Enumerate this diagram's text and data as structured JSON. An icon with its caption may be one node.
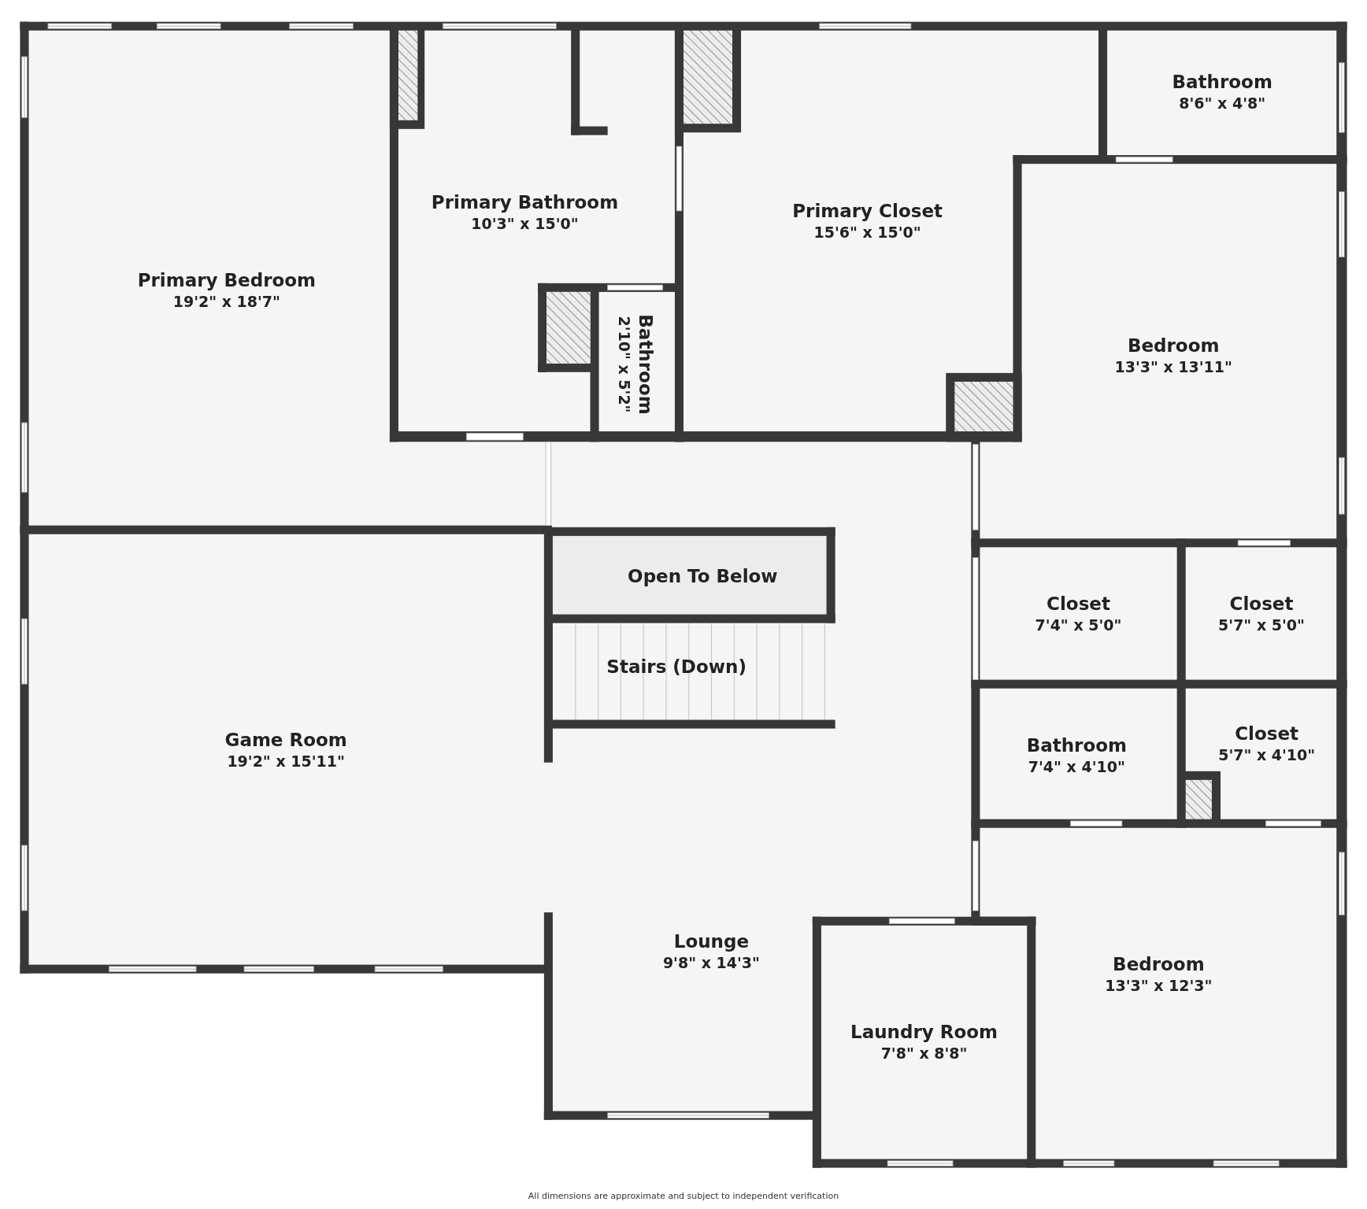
{
  "diagram": {
    "caption": "All dimensions are approximate and subject to independent verification",
    "nodes": [
      {
        "text": [
          "Primary Bedroom",
          "19'2\" x 18'7\""
        ]
      },
      {
        "text": [
          "Primary Bathroom",
          "10'3\" x 15'0\""
        ]
      },
      {
        "text": [
          "Bathroom",
          "2'10\" x 5'2\""
        ]
      },
      {
        "text": [
          "Primary Closet",
          "15'6\" x 15'0\""
        ]
      },
      {
        "text": [
          "Bathroom",
          "8'6\" x 4'8\""
        ]
      },
      {
        "text": [
          "Bedroom",
          "13'3\" x 13'11\""
        ]
      },
      {
        "text": [
          "Open To Below"
        ]
      },
      {
        "text": [
          "Closet",
          "7'4\" x 5'0\""
        ]
      },
      {
        "text": [
          "Closet",
          "5'7\" x 5'0\""
        ]
      },
      {
        "text": [
          "Stairs (Down)"
        ]
      },
      {
        "text": [
          "Bathroom",
          "7'4\" x 4'10\""
        ]
      },
      {
        "text": [
          "Closet",
          "5'7\" x 4'10\""
        ]
      },
      {
        "text": [
          "Game Room",
          "19'2\" x 15'11\""
        ]
      },
      {
        "text": [
          "Lounge",
          "9'8\" x 14'3\""
        ]
      },
      {
        "text": [
          "Bedroom",
          "13'3\" x 12'3\""
        ]
      },
      {
        "text": [
          "Laundry Room",
          "7'8\" x 8'8\""
        ]
      }
    ]
  }
}
